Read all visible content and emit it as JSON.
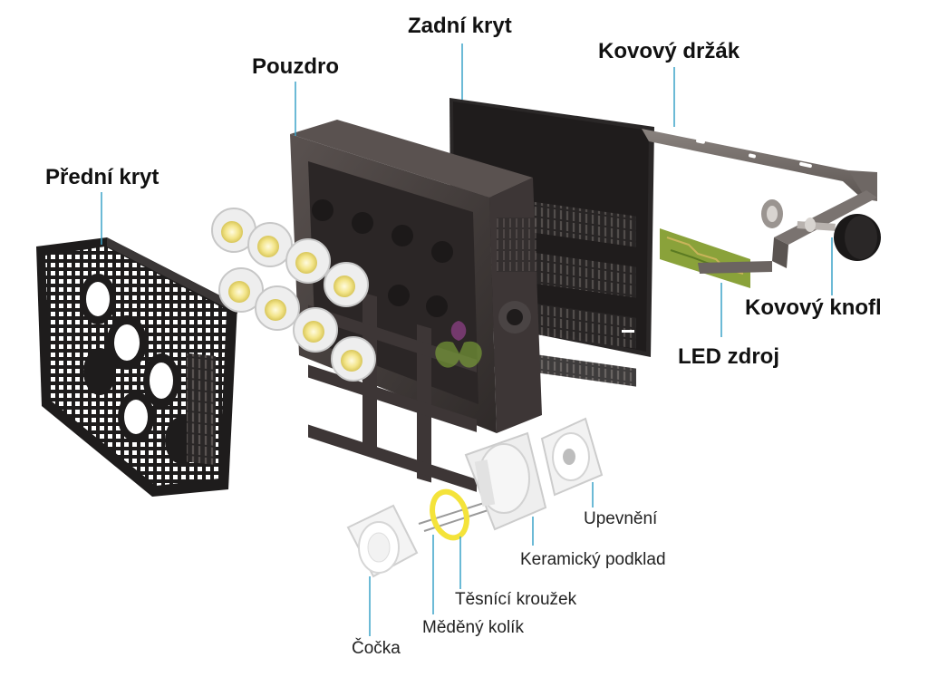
{
  "labels": {
    "front_cover": "Přední kryt",
    "housing": "Pouzdro",
    "back_cover": "Zadní kryt",
    "metal_bracket": "Kovový držák",
    "metal_knob": "Kovový knofl",
    "led_source": "LED zdroj",
    "mounting": "Upevnění",
    "ceramic_base": "Keramický podklad",
    "sealing_ring": "Těsnící kroužek",
    "copper_pin": "Měděný kolík",
    "lens": "Čočka"
  },
  "colors": {
    "leader_line": "#3aa3c8",
    "housing": "#3d3636",
    "back_cover": "#2a2727",
    "bracket": "#6b6461",
    "front_cover": "#1e1c1c",
    "led_module": "#eeeeee",
    "led_chip": "#f2e27a",
    "seal_ring": "#f4e33a",
    "pcb": "#8aa23a"
  },
  "icons": {
    "front_cover": "grid-cover-icon",
    "housing": "housing-icon",
    "back_cover": "heatsink-cover-icon",
    "bracket": "bracket-icon",
    "knob": "knob-icon",
    "pcb": "pcb-strip-icon",
    "led_module": "led-module-icon"
  }
}
